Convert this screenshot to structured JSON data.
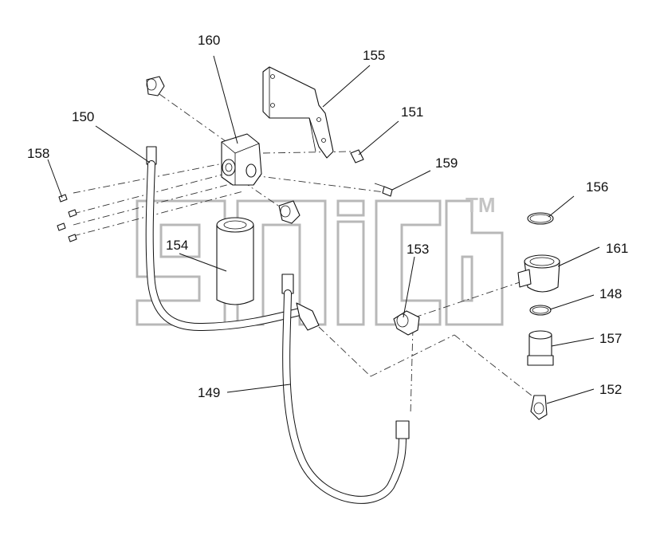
{
  "diagram": {
    "watermark_mark": "TM",
    "callouts": [
      {
        "id": "c160",
        "label": "160"
      },
      {
        "id": "c155",
        "label": "155"
      },
      {
        "id": "c150",
        "label": "150"
      },
      {
        "id": "c151",
        "label": "151"
      },
      {
        "id": "c158",
        "label": "158"
      },
      {
        "id": "c159",
        "label": "159"
      },
      {
        "id": "c156",
        "label": "156"
      },
      {
        "id": "c154",
        "label": "154"
      },
      {
        "id": "c153",
        "label": "153"
      },
      {
        "id": "c161",
        "label": "161"
      },
      {
        "id": "c148",
        "label": "148"
      },
      {
        "id": "c157",
        "label": "157"
      },
      {
        "id": "c152",
        "label": "152"
      },
      {
        "id": "c149",
        "label": "149"
      }
    ]
  }
}
